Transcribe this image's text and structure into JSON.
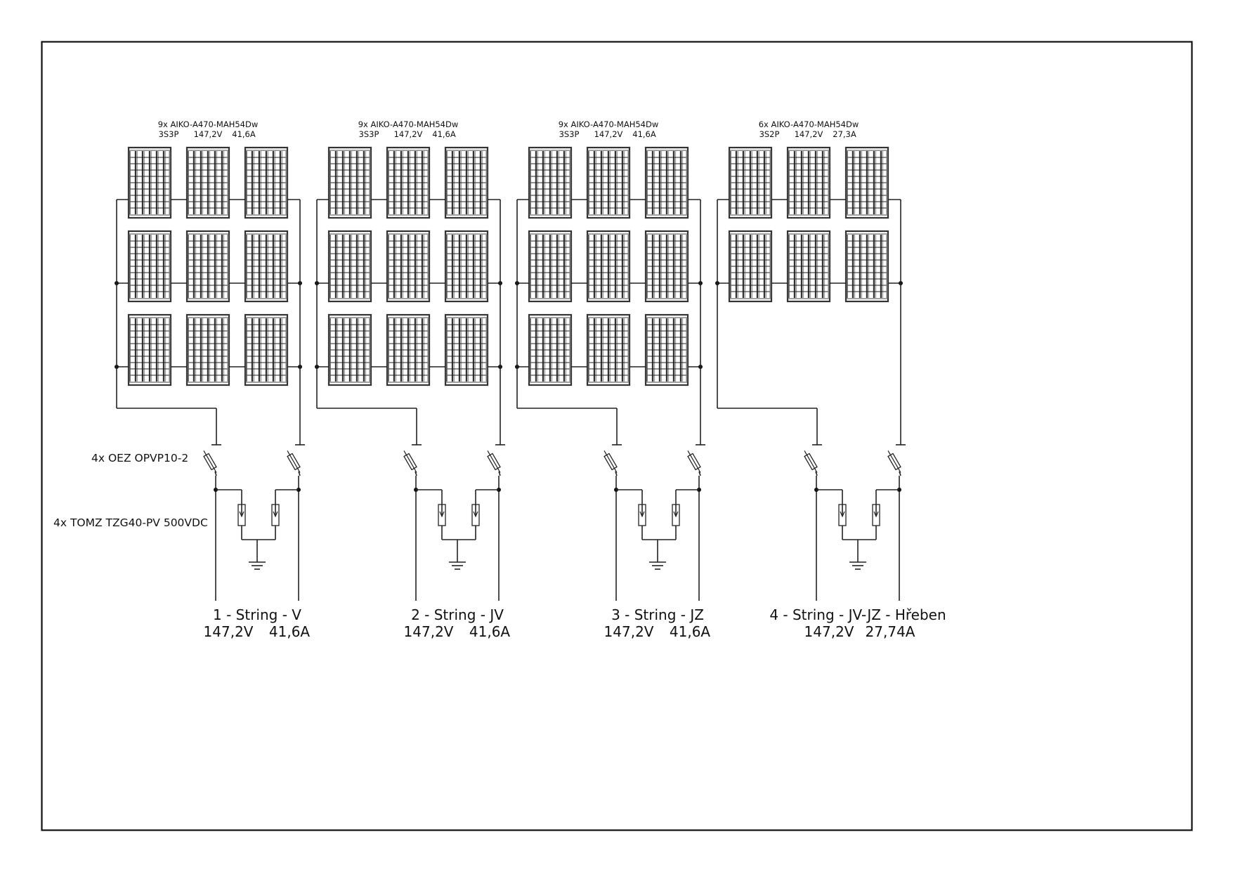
{
  "sheet": {
    "fuse_label": "4x OEZ OPVP10-2",
    "spd_label": "4x TOMZ TZG40-PV 500VDC"
  },
  "strings": [
    {
      "array_header": "9x AIKO-A470-MAH54Dw",
      "config": "3S3P",
      "array_voltage": "147,2V",
      "array_current": "41,6A",
      "rows": 3,
      "name": "1 - String - V",
      "voltage": "147,2V",
      "current": "41,6A"
    },
    {
      "array_header": "9x AIKO-A470-MAH54Dw",
      "config": "3S3P",
      "array_voltage": "147,2V",
      "array_current": "41,6A",
      "rows": 3,
      "name": "2 - String - JV",
      "voltage": "147,2V",
      "current": "41,6A"
    },
    {
      "array_header": "9x AIKO-A470-MAH54Dw",
      "config": "3S3P",
      "array_voltage": "147,2V",
      "array_current": "41,6A",
      "rows": 3,
      "name": "3 - String - JZ",
      "voltage": "147,2V",
      "current": "41,6A"
    },
    {
      "array_header": "6x AIKO-A470-MAH54Dw",
      "config": "3S2P",
      "array_voltage": "147,2V",
      "array_current": "27,3A",
      "rows": 2,
      "name": "4 - String - JV-JZ - Hřeben",
      "voltage": "147,2V",
      "current": "27,74A"
    }
  ]
}
